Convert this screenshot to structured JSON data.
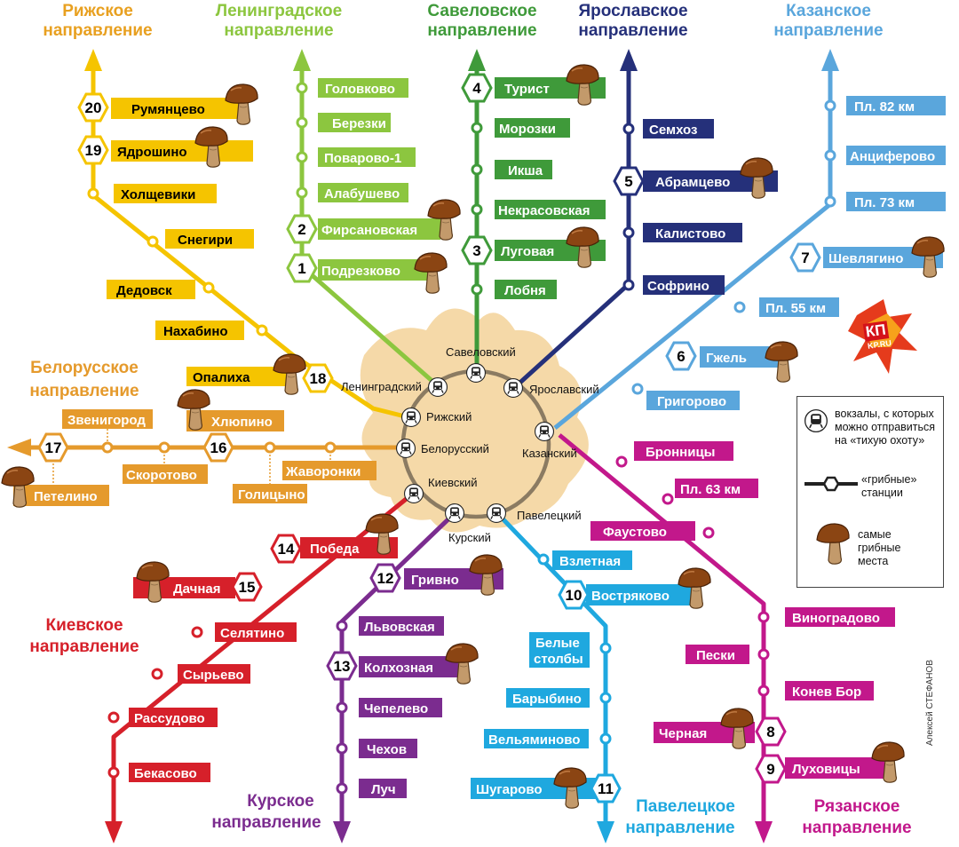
{
  "directions": [
    {
      "key": "rizhskoe",
      "title": [
        "Рижское",
        "направление"
      ],
      "color": "#f5c400"
    },
    {
      "key": "leningradskoe",
      "title": [
        "Ленинградское",
        "направление"
      ],
      "color": "#8cc63f"
    },
    {
      "key": "savelovskoe",
      "title": [
        "Савеловское",
        "направление"
      ],
      "color": "#3f9a3a"
    },
    {
      "key": "yaroslavskoe",
      "title": [
        "Ярославское",
        "направление"
      ],
      "color": "#25307a"
    },
    {
      "key": "kazanskoe",
      "title": [
        "Казанское",
        "направление"
      ],
      "color": "#5aa6dc"
    },
    {
      "key": "belorusskoe",
      "title": [
        "Белорусское",
        "направление"
      ],
      "color": "#e59a2c"
    },
    {
      "key": "kievskoe",
      "title": [
        "Киевское",
        "направление"
      ],
      "color": "#d6202a"
    },
    {
      "key": "kurskoe",
      "title": [
        "Курское",
        "направление"
      ],
      "color": "#7b2c8f"
    },
    {
      "key": "paveletskoe",
      "title": [
        "Павелецкое",
        "направление"
      ],
      "color": "#1fa8df"
    },
    {
      "key": "ryazanskoe",
      "title": [
        "Рязанское",
        "направление"
      ],
      "color": "#c2188b"
    }
  ],
  "stations": {
    "rizhskoe": [
      "Румянцево",
      "Ядрошино",
      "Холщевики",
      "Снегири",
      "Дедовск",
      "Нахабино",
      "Опалиха"
    ],
    "leningradskoe": [
      "Головково",
      "Березки",
      "Поварово-1",
      "Алабушево",
      "Фирсановская",
      "Подрезково"
    ],
    "savelovskoe": [
      "Турист",
      "Морозки",
      "Икша",
      "Некрасовская",
      "Луговая",
      "Лобня"
    ],
    "yaroslavskoe": [
      "Семхоз",
      "Абрамцево",
      "Калистово",
      "Софрино"
    ],
    "kazanskoe": [
      "Пл. 82 км",
      "Анциферово",
      "Пл. 73 км",
      "Шевлягино",
      "Пл. 55 км",
      "Гжель",
      "Григорово"
    ],
    "belorusskoe": [
      "Звенигород",
      "Хлюпино",
      "Скоротово",
      "Жаворонки",
      "Голицыно",
      "Петелино"
    ],
    "kievskoe": [
      "Победа",
      "Дачная",
      "Селятино",
      "Сырьево",
      "Рассудово",
      "Бекасово"
    ],
    "kurskoe": [
      "Гривно",
      "Львовская",
      "Колхозная",
      "Чепелево",
      "Чехов",
      "Луч"
    ],
    "paveletskoe": [
      "Взлетная",
      "Востряково",
      "Белые",
      "столбы",
      "Барыбино",
      "Вельяминово",
      "Шугарово"
    ],
    "ryazanskoe": [
      "Бронницы",
      "Пл. 63 км",
      "Фаустово",
      "Виноградово",
      "Пески",
      "Конев Бор",
      "Черная",
      "Луховицы"
    ]
  },
  "numbers": [
    "1",
    "2",
    "3",
    "4",
    "5",
    "6",
    "7",
    "8",
    "9",
    "10",
    "11",
    "12",
    "13",
    "14",
    "15",
    "16",
    "17",
    "18",
    "19",
    "20"
  ],
  "terminals": [
    "Савеловский",
    "Ленинградский",
    "Ярославский",
    "Рижский",
    "Белорусский",
    "Казанский",
    "Киевский",
    "Курский",
    "Павелецкий"
  ],
  "legend": {
    "terminal_text": [
      "вокзалы, с которых",
      "можно отправиться",
      "на «тихую охоту»"
    ],
    "mushroom_station_text": [
      "«грибные»",
      "станции"
    ],
    "mushroom_place_text": [
      "самые",
      "грибные",
      "места"
    ]
  },
  "author": "Алексей СТЕФАНОВ",
  "logo": {
    "main": "КП",
    "sub": "KP.RU"
  }
}
